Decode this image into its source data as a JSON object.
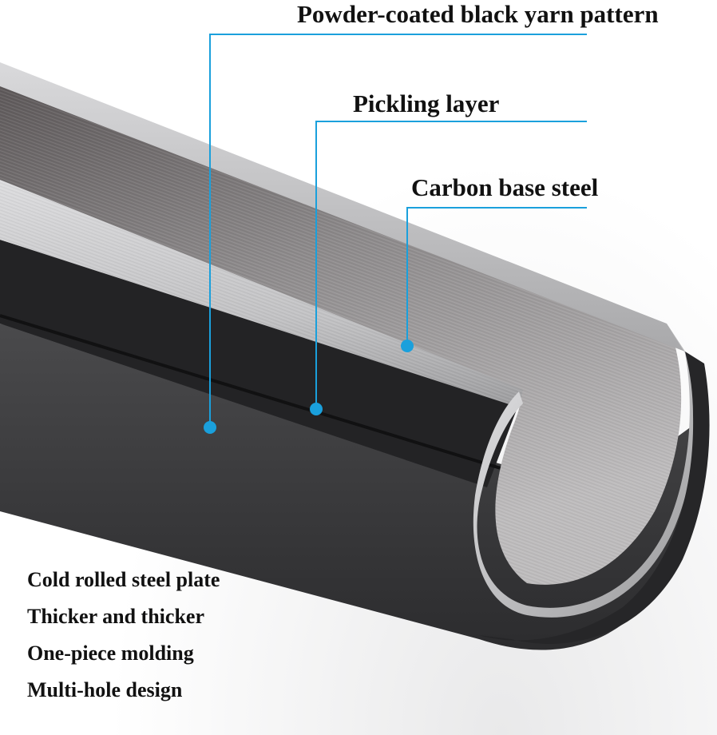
{
  "callouts": [
    {
      "label": "Powder-coated black yarn pattern"
    },
    {
      "label": "Pickling layer"
    },
    {
      "label": "Carbon base steel"
    }
  ],
  "features": [
    "Cold rolled steel plate",
    "Thicker and thicker",
    "One-piece molding",
    "Multi-hole design"
  ],
  "colors": {
    "callout_line": "#1aa0dc",
    "coating": "#3a3a3c",
    "steel": "#b9b9bb"
  }
}
